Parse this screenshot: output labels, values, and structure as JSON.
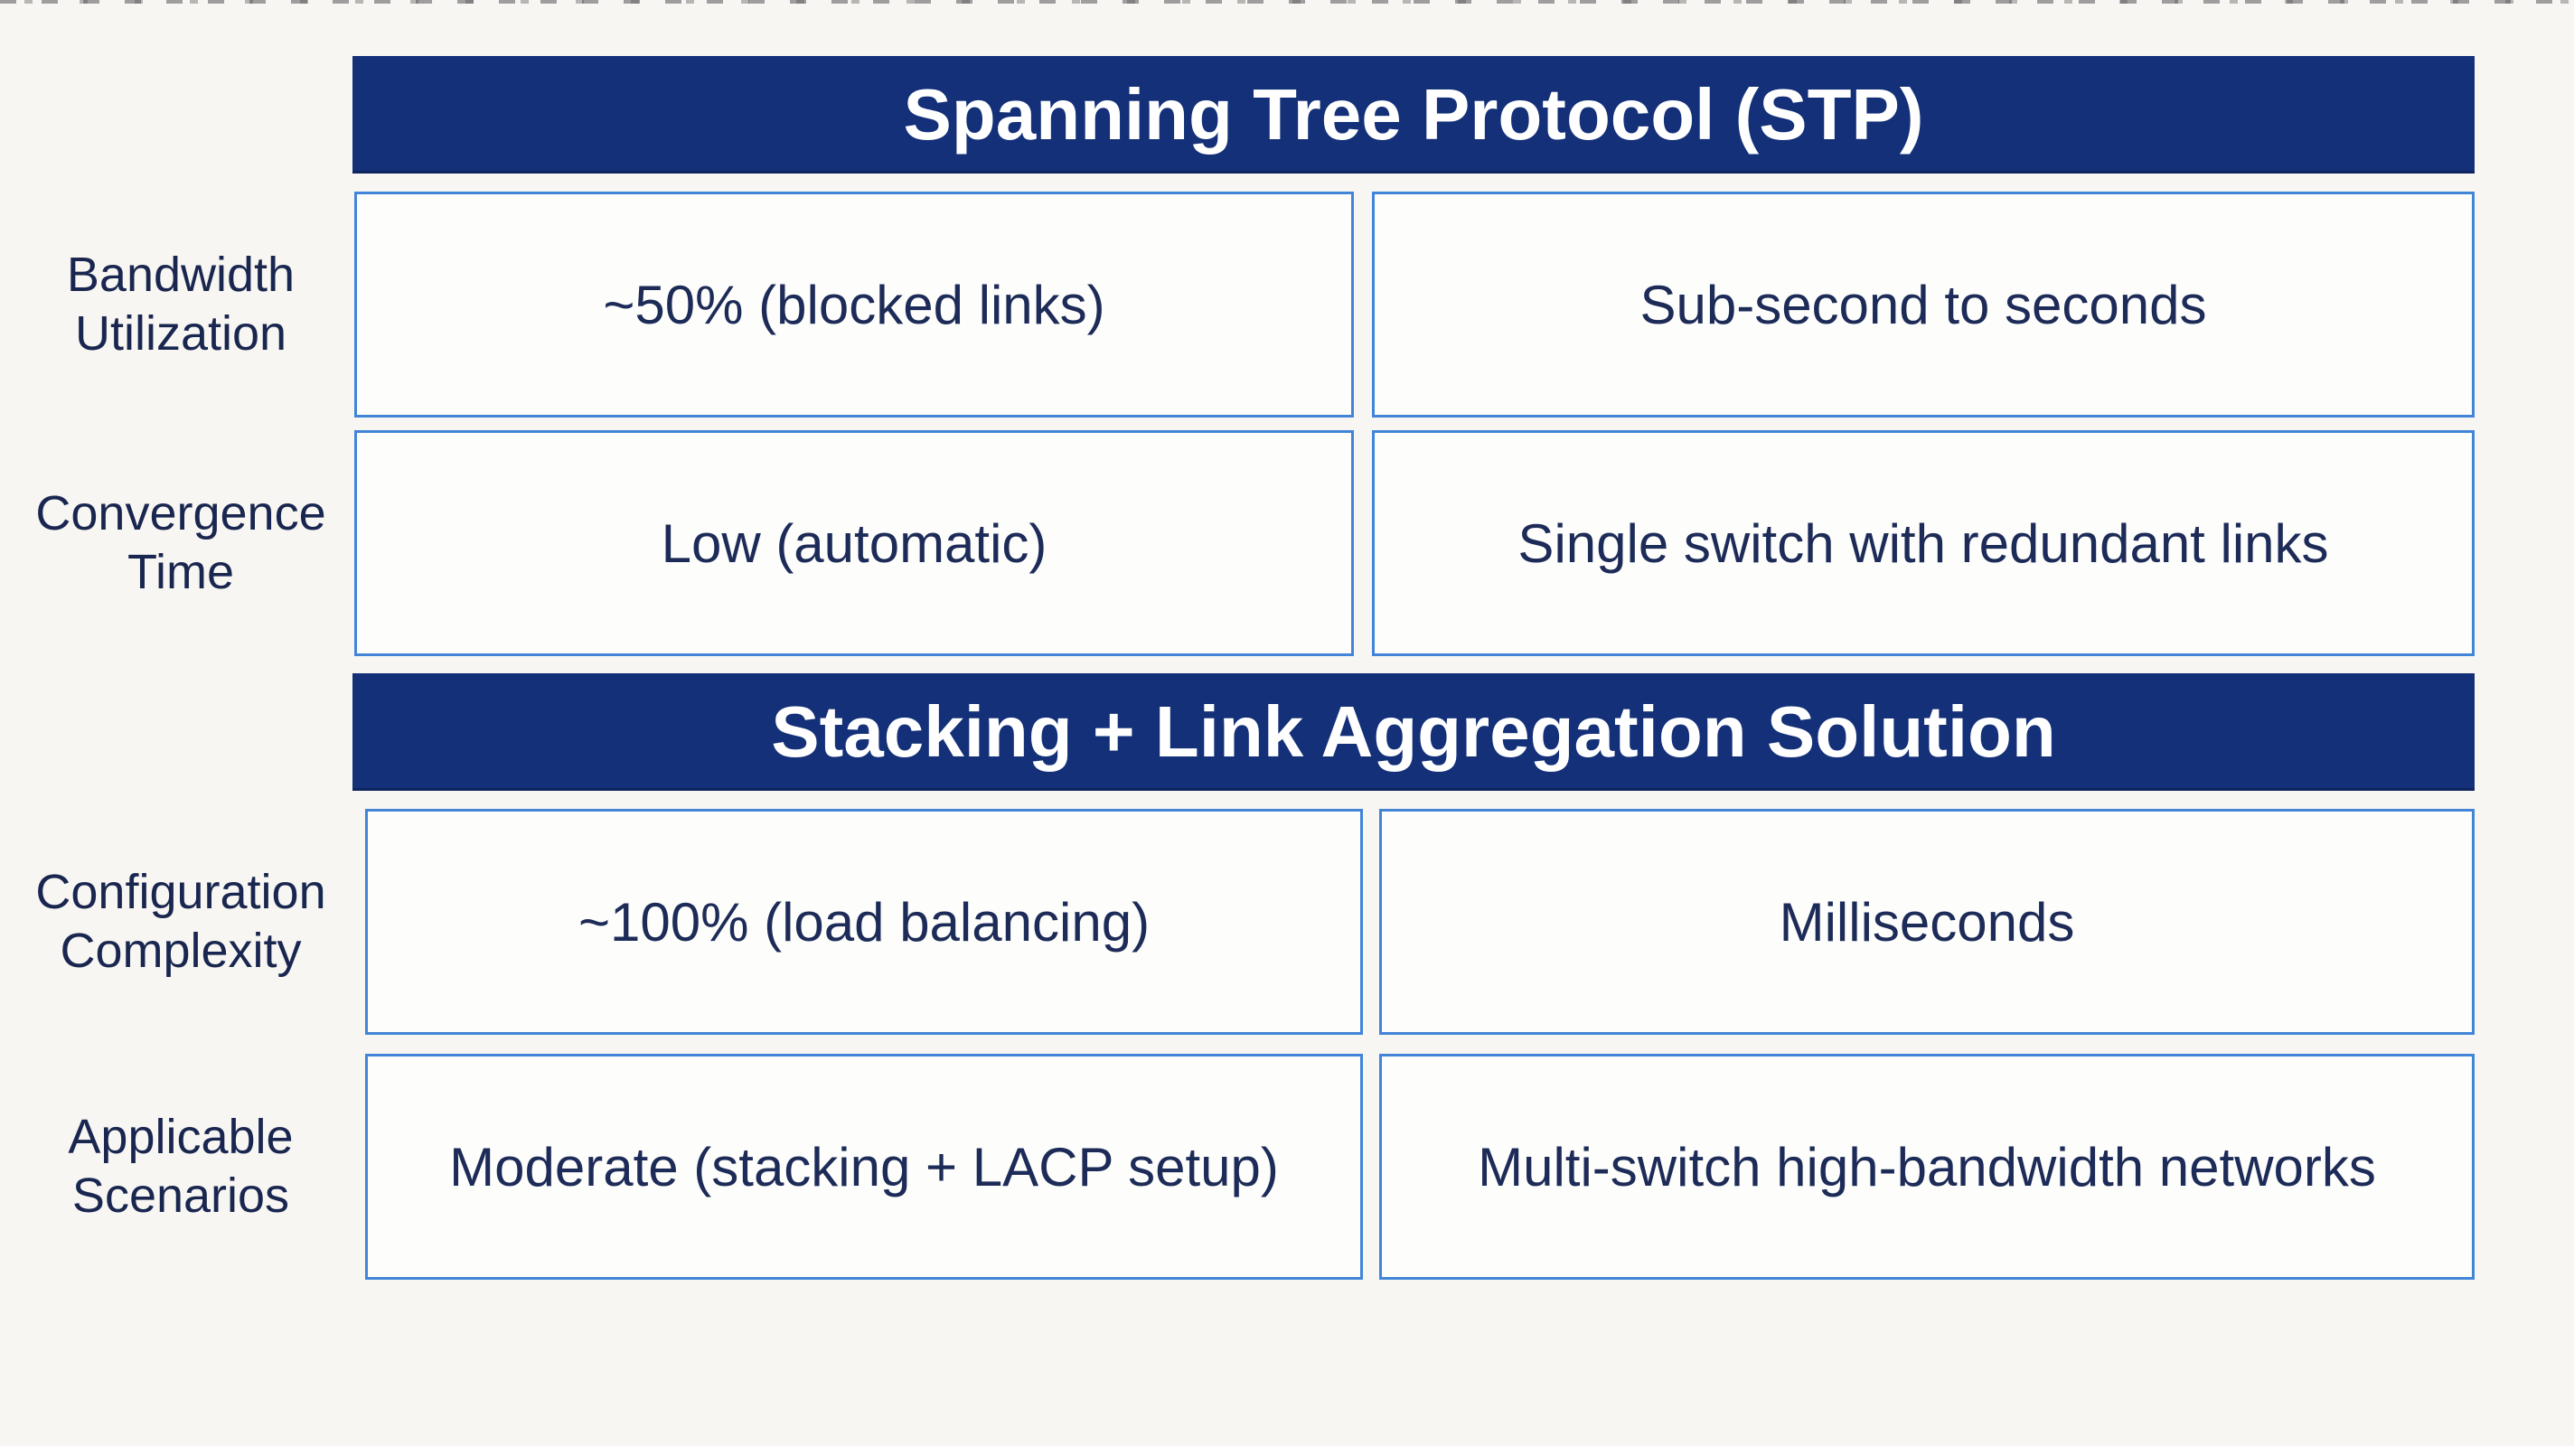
{
  "colors": {
    "page_bg": "#f8f6f2",
    "header_bg": "#133078",
    "header_text": "#ffffff",
    "cell_bg": "#fdfdfb",
    "cell_border": "#4285d8",
    "text_color": "#1d2b58",
    "label_color": "#19264f"
  },
  "sections": [
    {
      "title": "Spanning Tree Protocol (STP)",
      "rows": [
        {
          "label": "Bandwidth\nUtilization",
          "left": "~50% (blocked links)",
          "right": "Sub-second to seconds"
        },
        {
          "label": "Convergence\nTime",
          "left": "Low (automatic)",
          "right": "Single switch with redundant links"
        }
      ]
    },
    {
      "title": "Stacking + Link Aggregation Solution",
      "rows": [
        {
          "label": "Configuration\nComplexity",
          "left": "~100% (load balancing)",
          "right": "Milliseconds"
        },
        {
          "label": "Applicable\nScenarios",
          "left": "Moderate (stacking + LACP setup)",
          "right": "Multi-switch high-bandwidth networks"
        }
      ]
    }
  ]
}
